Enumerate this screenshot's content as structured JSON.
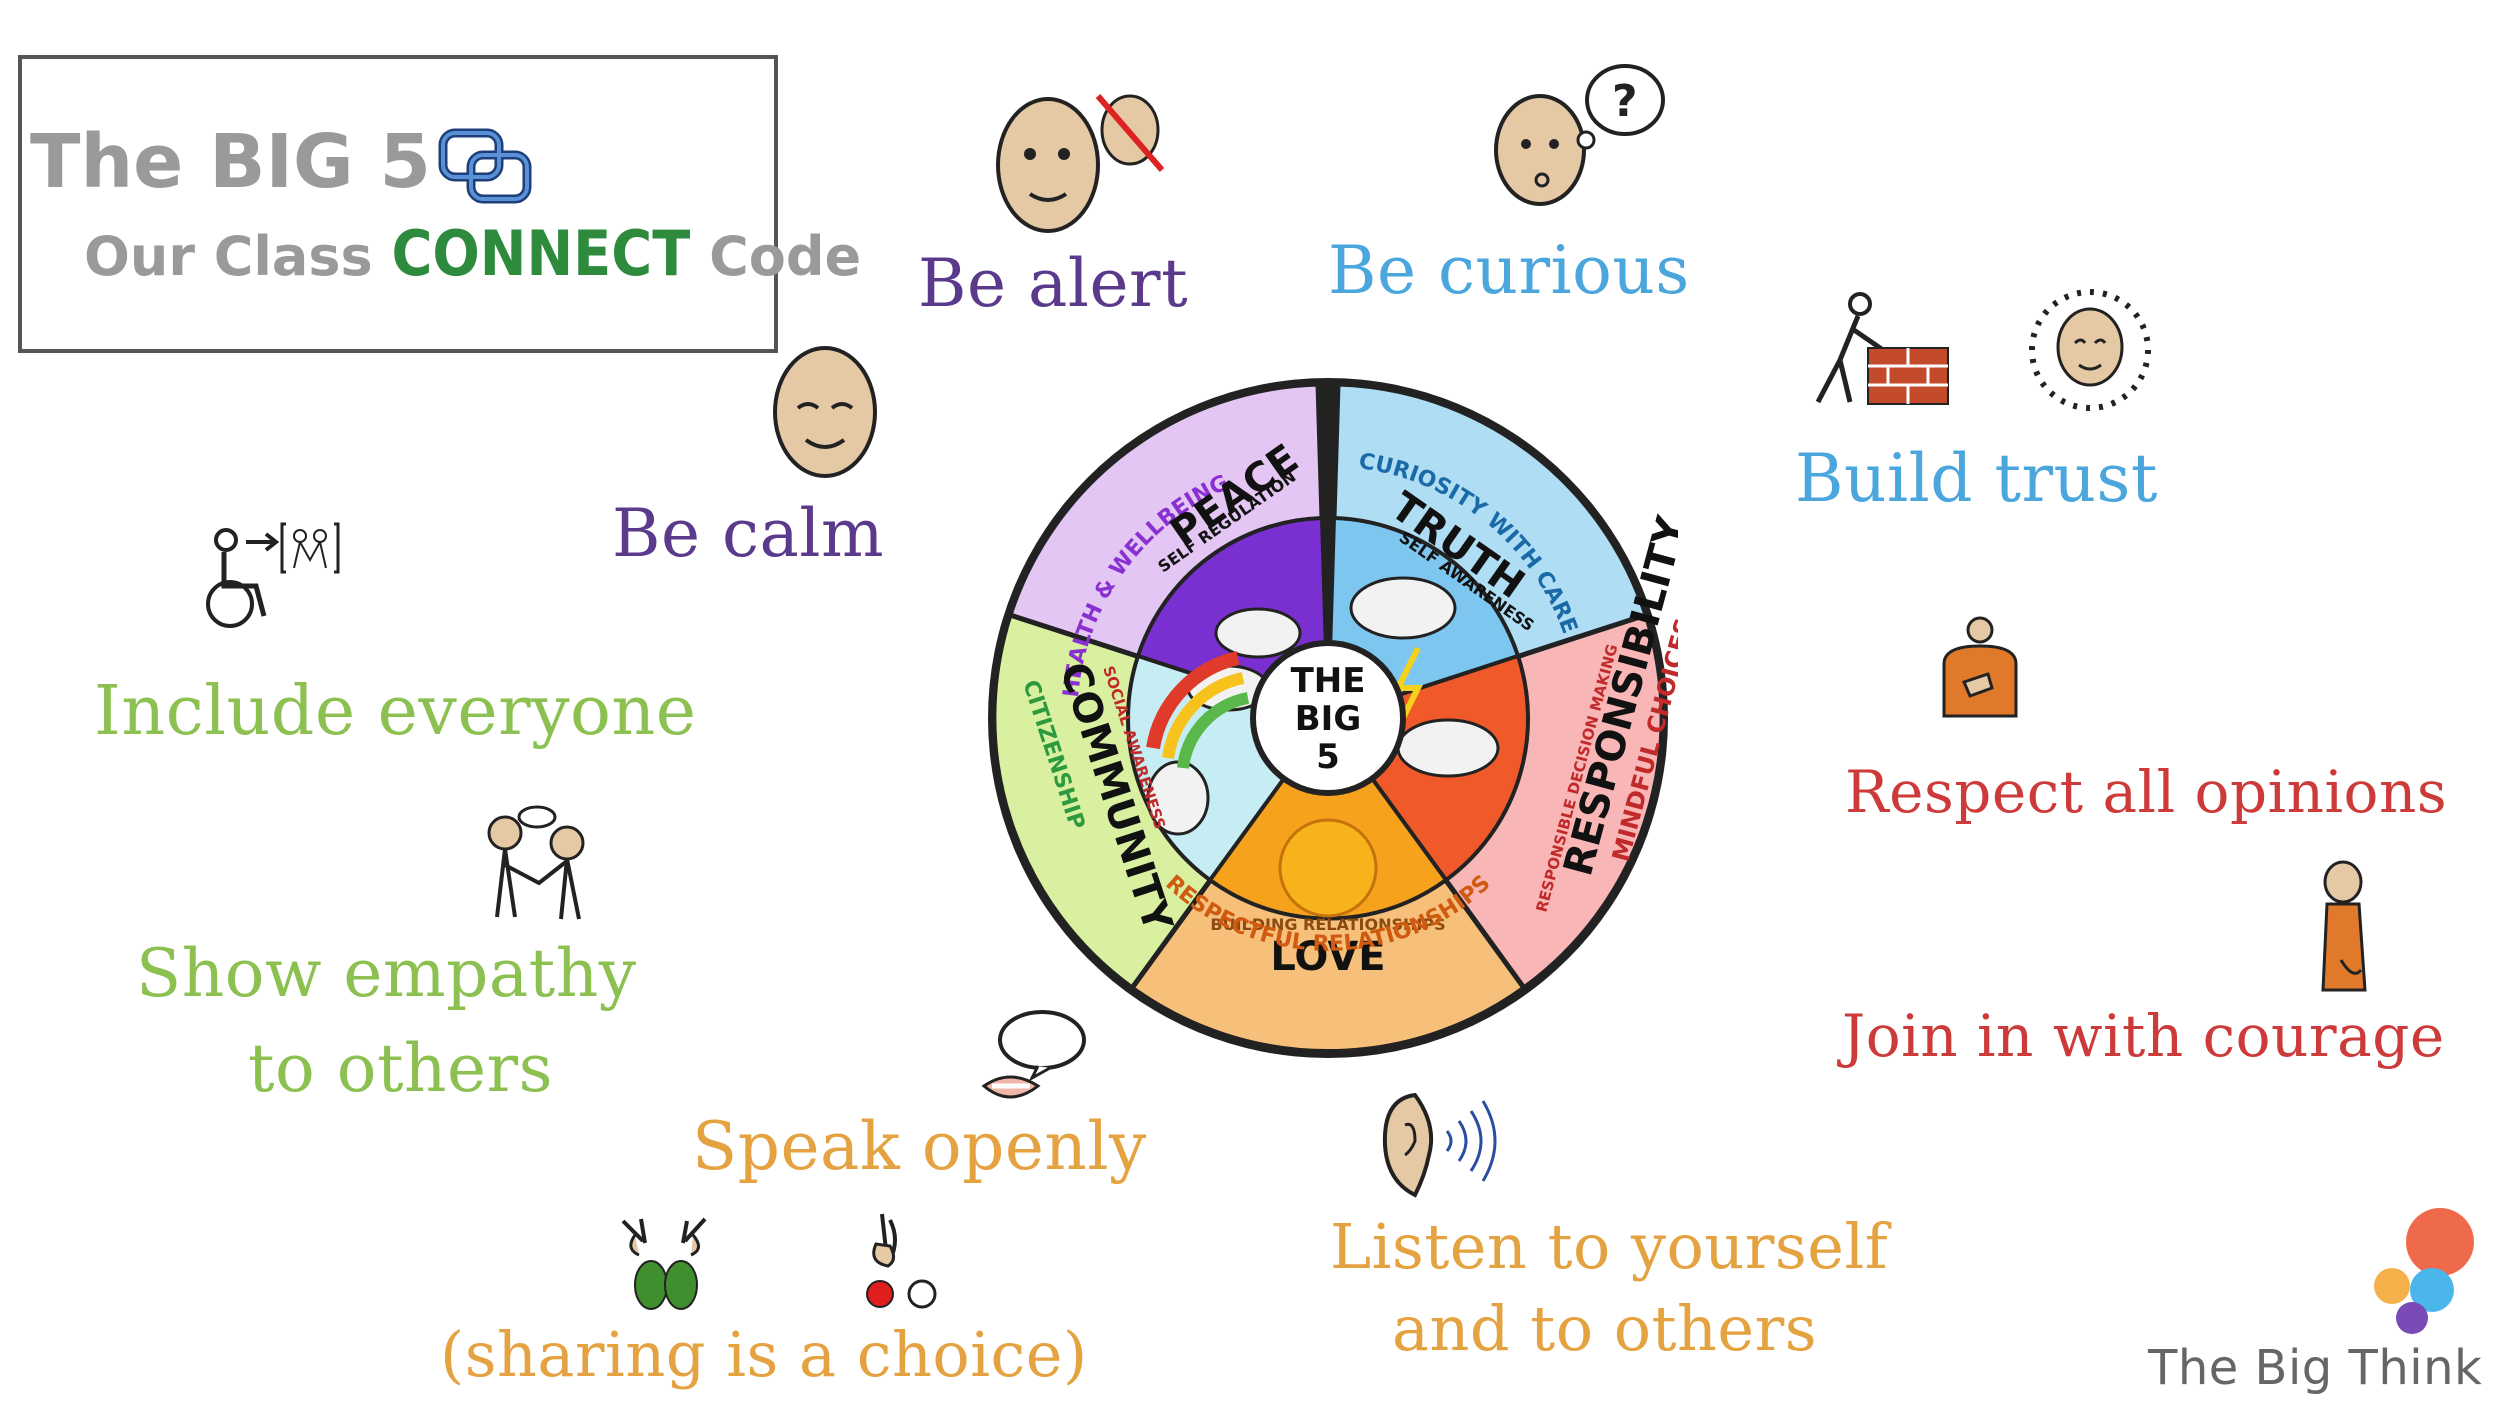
{
  "title": {
    "main": "The BIG 5",
    "prefix": "Our Class",
    "highlight": "CONNECT",
    "suffix": "Code"
  },
  "phrases": {
    "be_alert": "Be alert",
    "be_curious": "Be curious",
    "build_trust": "Build trust",
    "be_calm": "Be calm",
    "include_everyone": "Include everyone",
    "respect_all_opinions": "Respect all opinions",
    "show_empathy_1": "Show empathy",
    "show_empathy_2": "to others",
    "join_in_with_courage": "Join in with courage",
    "speak_openly": "Speak openly",
    "listen_1": "Listen to yourself",
    "listen_2": "and to others",
    "sharing_choice": "(sharing is  a choice)"
  },
  "wheel": {
    "center": [
      "THE",
      "BIG",
      "5"
    ],
    "peace": {
      "name": "PEACE",
      "top": "HEALTH & WELLBEING",
      "sub": "SELF REGULATION"
    },
    "truth": {
      "name": "TRUTH",
      "top": "CURIOSITY WITH CARE",
      "sub": "SELF AWARENESS"
    },
    "responsibility": {
      "name": "RESPONSIBILITY",
      "top": "MINDFUL CHOICES",
      "sub": "RESPONSIBLE DECISION MAKING"
    },
    "love": {
      "name": "LOVE",
      "top": "BUILDING RELATIONSHIPS",
      "sub": "RESPECTFUL RELATIONSHIPS"
    },
    "community": {
      "name": "COMMUNITY",
      "top": "CITIZENSHIP",
      "sub": "SOCIAL AWARENESS"
    }
  },
  "logo": {
    "text": "The Big Think"
  },
  "colors": {
    "purple": "#5b3a8c",
    "sky": "#4aa6dc",
    "green": "#8cc152",
    "red": "#cc3a3a",
    "orange": "#e4a240"
  },
  "icons": [
    "chain-link-icon",
    "alert-face-icon",
    "thinking-face-icon",
    "calm-face-icon",
    "builder-bricks-icon",
    "trust-face-icon",
    "wheelchair-include-icon",
    "heart-hand-icon",
    "empathy-people-icon",
    "courage-person-icon",
    "speaking-mouth-icon",
    "listening-ear-icon",
    "sharing-hands-icon",
    "choice-hand-icon"
  ]
}
